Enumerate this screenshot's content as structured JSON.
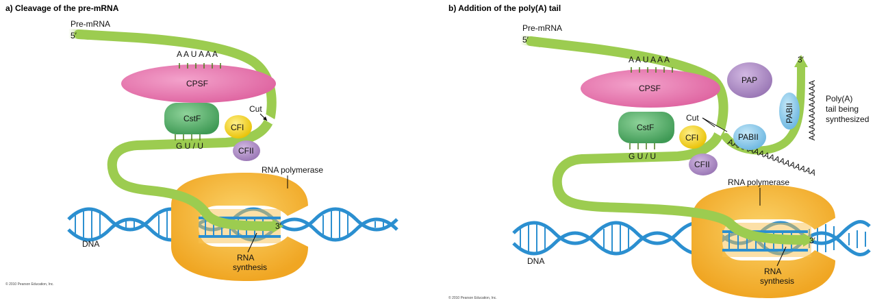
{
  "panel_a": {
    "title": "a) Cleavage of the pre-mRNA",
    "premrna_label": "Pre-mRNA",
    "five_prime": "5′",
    "signal_seq": "A A U A A A",
    "gu_seq": "G U / U",
    "cpsf": "CPSF",
    "cstf": "CstF",
    "cfi": "CFI",
    "cfii": "CFII",
    "cut": "Cut",
    "rna_polymerase": "RNA polymerase",
    "dna": "DNA",
    "three_prime": "3′",
    "rna_synthesis_1": "RNA",
    "rna_synthesis_2": "synthesis",
    "copyright": "© 2010 Pearson Education, Inc."
  },
  "panel_b": {
    "title": "b) Addition of the poly(A) tail",
    "premrna_label": "Pre-mRNA",
    "five_prime": "5′",
    "signal_seq": "A A U A A A",
    "gu_seq": "G U / U",
    "cpsf": "CPSF",
    "cstf": "CstF",
    "cfi": "CFI",
    "cfii": "CFII",
    "pap": "PAP",
    "pabii": "PABII",
    "pabii_2": "PABII",
    "cut": "Cut",
    "tail_three_prime": "3′",
    "polya_label_1": "Poly(A)",
    "polya_label_2": "tail being",
    "polya_label_3": "synthesized",
    "polya_seq_horizontal": "AAAAAAAAAAAAAAAAA",
    "polya_seq_vertical": "AAAAAAAAAAA",
    "rna_polymerase": "RNA polymerase",
    "dna": "DNA",
    "three_prime": "3′",
    "rna_synthesis_1": "RNA",
    "rna_synthesis_2": "synthesis",
    "copyright": "© 2010 Pearson Education, Inc."
  },
  "colors": {
    "rna": "#9ccc50",
    "rna_dark": "#6f9e2a",
    "cpsf": "#e77ab0",
    "cstf": "#5fb672",
    "cfi": "#f5d020",
    "cfii": "#b290c8",
    "pap": "#a783c0",
    "pabii": "#8ccbec",
    "polymerase": "#f6b63a",
    "dna": "#2b8fd0"
  }
}
